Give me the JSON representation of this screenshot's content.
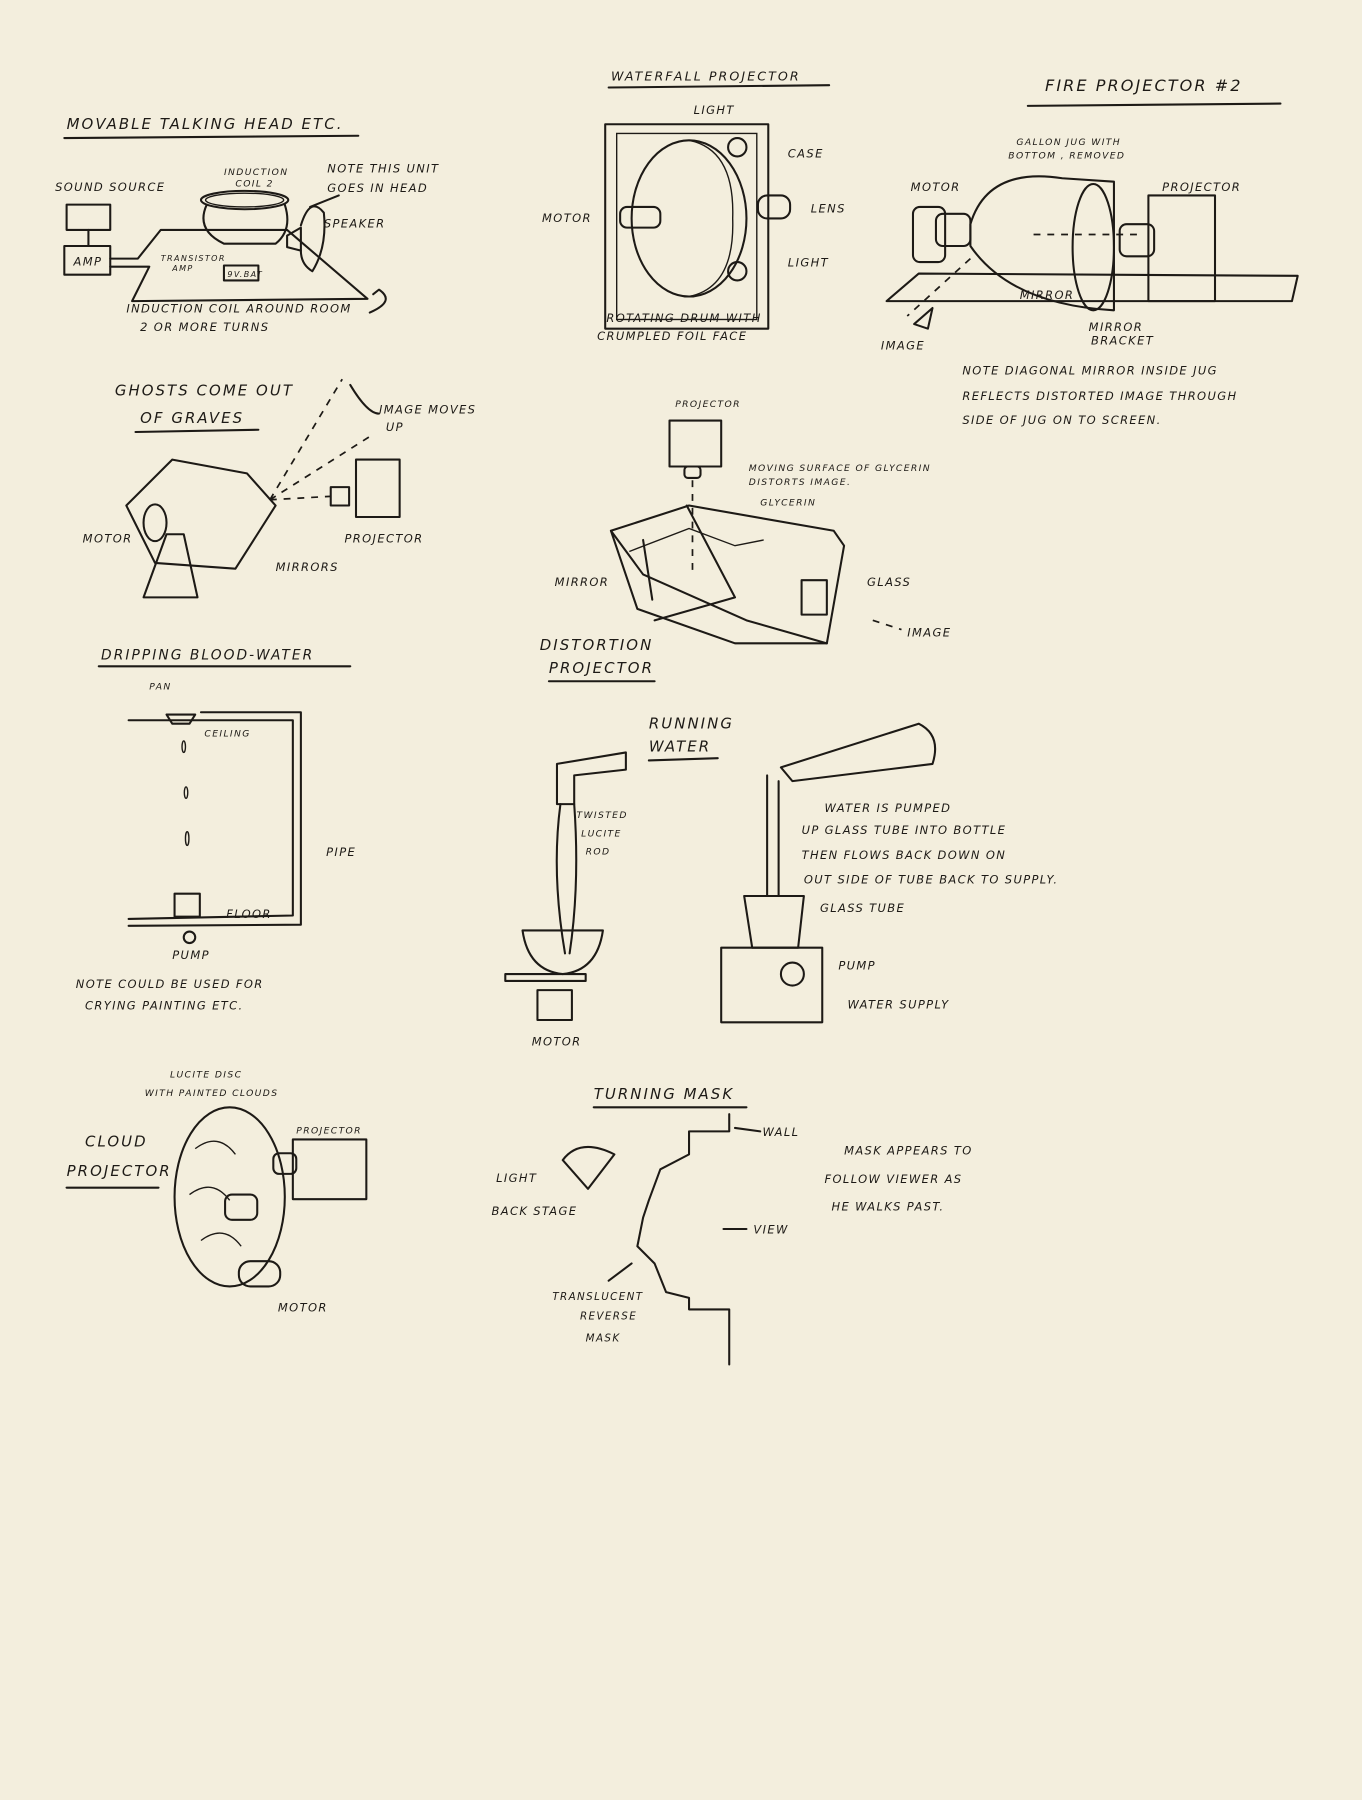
{
  "talking_head": {
    "title": "MOVABLE TALKING HEAD ETC.",
    "sound_source": "SOUND SOURCE",
    "amp": "AMP",
    "coil_1": "INDUCTION",
    "coil_2": "COIL 2",
    "note_1": "NOTE THIS UNIT",
    "note_2": "GOES IN HEAD",
    "speaker": "SPEAKER",
    "transistor_1": "TRANSISTOR",
    "transistor_2": "AMP",
    "battery": "9V.BAT",
    "room_1": "INDUCTION COIL AROUND ROOM",
    "room_2": "2 OR MORE TURNS"
  },
  "waterfall": {
    "title": "WATERFALL PROJECTOR",
    "light_top": "LIGHT",
    "case": "CASE",
    "motor": "MOTOR",
    "lens": "LENS",
    "light_bottom": "LIGHT",
    "drum_1": "ROTATING DRUM WITH",
    "drum_2": "CRUMPLED FOIL FACE"
  },
  "fire": {
    "title": "FIRE PROJECTOR #2",
    "jug_1": "GALLON JUG WITH",
    "jug_2": "BOTTOM , REMOVED",
    "motor": "MOTOR",
    "projector": "PROJECTOR",
    "mirror": "MIRROR",
    "bracket_1": "MIRROR",
    "bracket_2": "BRACKET",
    "image": "IMAGE",
    "note_1": "NOTE DIAGONAL MIRROR INSIDE JUG",
    "note_2": "REFLECTS DISTORTED IMAGE THROUGH",
    "note_3": "SIDE OF JUG ON TO SCREEN."
  },
  "ghosts": {
    "title_1": "GHOSTS COME OUT",
    "title_2": "OF GRAVES",
    "moves_1": "IMAGE MOVES",
    "moves_2": "UP",
    "motor": "MOTOR",
    "projector": "PROJECTOR",
    "mirrors": "MIRRORS"
  },
  "distortion": {
    "projector": "PROJECTOR",
    "surface_1": "MOVING SURFACE OF GLYCERIN",
    "surface_2": "DISTORTS IMAGE.",
    "glycerin": "GLYCERIN",
    "mirror": "MIRROR",
    "glass": "GLASS",
    "image": "IMAGE",
    "title_1": "DISTORTION",
    "title_2": "PROJECTOR"
  },
  "blood": {
    "title": "DRIPPING BLOOD-WATER",
    "pan": "PAN",
    "ceiling": "CEILING",
    "pipe": "PIPE",
    "floor": "FLOOR",
    "pump": "PUMP",
    "note_1": "NOTE COULD BE USED FOR",
    "note_2": "CRYING PAINTING ETC."
  },
  "running": {
    "title_1": "RUNNING",
    "title_2": "WATER",
    "rod_1": "TWISTED",
    "rod_2": "LUCITE",
    "rod_3": "ROD",
    "motor": "MOTOR",
    "text_1": "WATER IS PUMPED",
    "text_2": "UP GLASS TUBE INTO BOTTLE",
    "text_3": "THEN FLOWS BACK DOWN ON",
    "text_4": "OUT SIDE OF TUBE BACK TO SUPPLY.",
    "glass_tube": "GLASS TUBE",
    "pump": "PUMP",
    "supply": "WATER SUPPLY"
  },
  "cloud": {
    "disc_1": "LUCITE DISC",
    "disc_2": "WITH PAINTED CLOUDS",
    "projector": "PROJECTOR",
    "title_1": "CLOUD",
    "title_2": "PROJECTOR",
    "motor": "MOTOR"
  },
  "mask": {
    "title": "TURNING MASK",
    "wall": "WALL",
    "text_1": "MASK APPEARS TO",
    "text_2": "FOLLOW VIEWER AS",
    "text_3": "HE WALKS PAST.",
    "light": "LIGHT",
    "backstage": "BACK STAGE",
    "view": "VIEW",
    "trans_1": "TRANSLUCENT",
    "trans_2": "REVERSE",
    "trans_3": "MASK"
  }
}
